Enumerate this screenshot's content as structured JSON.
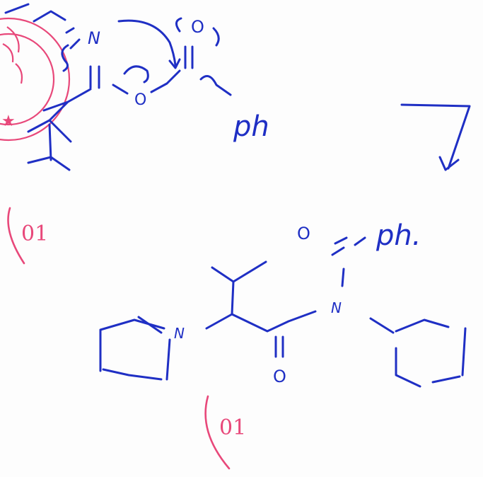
{
  "upper_structure": {
    "nitrogen_label": "N",
    "oxygen_label": "O",
    "carbonyl_oxygen_label": "O",
    "phenyl_label": "ph",
    "arrow_marks": [
      "ʃ",
      "ʃ"
    ]
  },
  "lower_structure": {
    "ring_nitrogen_label": "N",
    "amide_nitrogen_label": "N",
    "carbonyl_oxygen_label": "O",
    "acyl_oxygen_label": "O",
    "phenyl_label": "ph."
  },
  "grades": {
    "upper": "01",
    "lower": "01"
  },
  "stamp": {
    "color": "#e8487a",
    "star": "★"
  },
  "colors": {
    "ink": "#1f2fc4",
    "grade_ink": "#e8487a"
  }
}
